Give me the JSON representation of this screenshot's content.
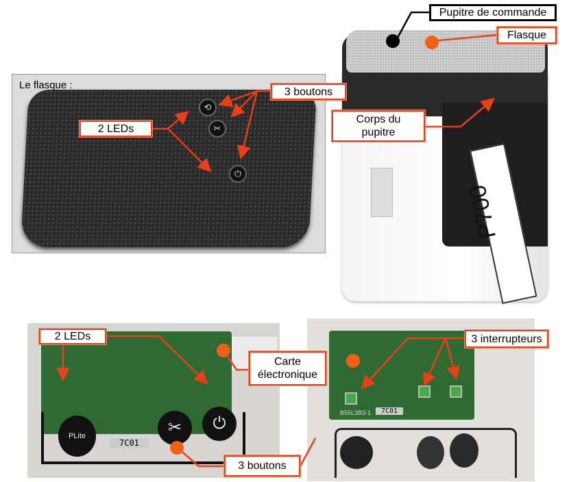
{
  "panels": {
    "flasque_caption": "Le flasque :"
  },
  "labels": {
    "top_three_buttons": "3 boutons",
    "top_two_leds": "2 LEDs",
    "control_panel": "Pupitre de commande",
    "flasque": "Flasque",
    "body_line1": "Corps du",
    "body_line2": "pupitre",
    "bottom_two_leds": "2 LEDs",
    "board_line1": "Carte",
    "board_line2": "électronique",
    "bottom_three_buttons": "3 boutons",
    "three_switches": "3 interrupteurs"
  },
  "photo_text": {
    "tape_text": "P700",
    "board_code": "7C01",
    "board_code_right": "7C01",
    "board_ref": "B55L3B3-1",
    "button_logo": "PLite"
  },
  "colors": {
    "accent": "#e8401a",
    "dark": "#222222"
  }
}
